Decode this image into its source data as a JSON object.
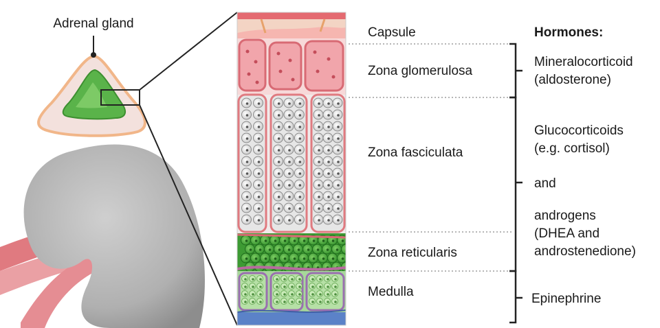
{
  "figure": {
    "organ_label": "Adrenal gland",
    "layers": [
      {
        "id": "capsule",
        "label": "Capsule"
      },
      {
        "id": "glomerulosa",
        "label": "Zona glomerulosa"
      },
      {
        "id": "fasciculata",
        "label": "Zona fasciculata"
      },
      {
        "id": "reticularis",
        "label": "Zona reticularis"
      },
      {
        "id": "medulla",
        "label": "Medulla"
      }
    ],
    "hormones_header": "Hormones:",
    "hormones": {
      "glomerulosa": [
        "Mineralocorticoid",
        "(aldosterone)"
      ],
      "fasciculata": [
        "Glucocorticoids",
        "(e.g. cortisol)"
      ],
      "connector": "and",
      "reticularis": [
        "androgens",
        "(DHEA and",
        "androstenedione)"
      ],
      "medulla": "Epinephrine"
    },
    "colors": {
      "capsule": "#e8b6a8",
      "glomerulosa": "#f4c9c9",
      "fasciculata": "#e9e9e9",
      "reticularis": "#3fa235",
      "medulla": "#9fd28f",
      "vessel": "#e8868c",
      "kidney": "#b5b5b5",
      "medulla_core": "#5ab34a",
      "blue_base": "#5b82c8"
    }
  }
}
